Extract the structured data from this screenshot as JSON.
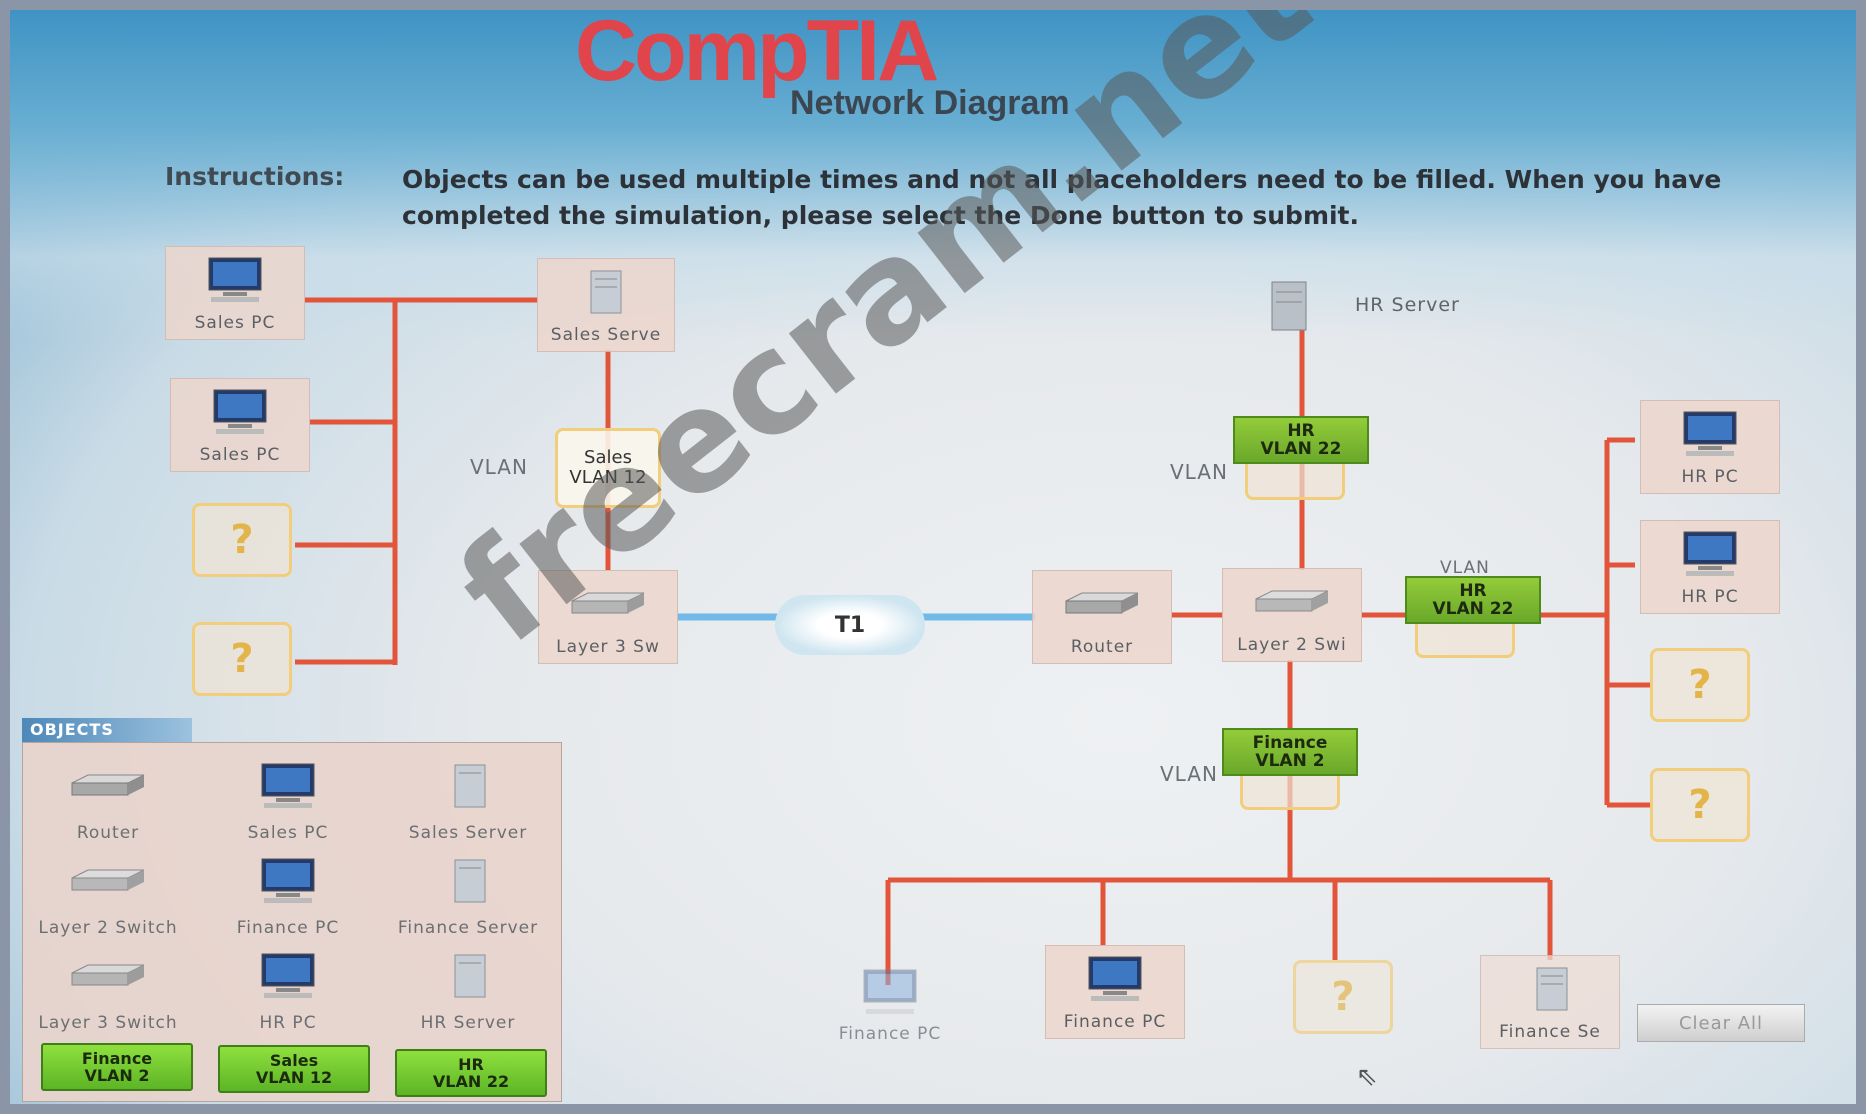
{
  "header": {
    "logo": "CompTIA",
    "title": "Network Diagram",
    "instructions_label": "Instructions:",
    "instructions_text": "Objects can be used multiple times and not all placeholders need to be filled. When you have completed the simulation, please select the Done button to submit."
  },
  "diagram": {
    "sales_pc_1": "Sales PC",
    "sales_pc_2": "Sales PC",
    "sales_server": "Sales Serve",
    "sales_vlan_word": "VLAN",
    "sales_vlan_box": "Sales\nVLAN 12",
    "layer3_switch": "Layer 3 Sw",
    "t1_cloud": "T1",
    "router": "Router",
    "layer2_switch": "Layer 2 Swi",
    "hr_server": "HR Server",
    "hr_vlan_word_top": "VLAN",
    "hr_vlan_tag_top": "HR\nVLAN 22",
    "hr_vlan_word_right": "VLAN",
    "hr_vlan_tag_right": "HR\nVLAN 22",
    "finance_vlan_word": "VLAN",
    "finance_vlan_tag": "Finance\nVLAN 2",
    "hr_pc_1": "HR PC",
    "hr_pc_2": "HR PC",
    "finance_pc_1": "Finance PC",
    "finance_pc_2": "Finance PC",
    "finance_server": "Finance Se",
    "placeholder": "?"
  },
  "objects": {
    "tab_label": "OBJECTS",
    "items": [
      {
        "label": "Router",
        "icon": "router-icon"
      },
      {
        "label": "Sales PC",
        "icon": "pc-icon"
      },
      {
        "label": "Sales Server",
        "icon": "server-icon"
      },
      {
        "label": "Layer 2 Switch",
        "icon": "switch-icon"
      },
      {
        "label": "Finance PC",
        "icon": "pc-icon"
      },
      {
        "label": "Finance Server",
        "icon": "server-icon"
      },
      {
        "label": "Layer 3 Switch",
        "icon": "switch-icon"
      },
      {
        "label": "HR PC",
        "icon": "pc-icon"
      },
      {
        "label": "HR Server",
        "icon": "server-icon"
      }
    ],
    "vlans": [
      {
        "label": "Finance\nVLAN 2"
      },
      {
        "label": "Sales\nVLAN 12"
      },
      {
        "label": "HR\nVLAN 22"
      }
    ]
  },
  "controls": {
    "clear_all": "Clear All"
  },
  "watermark": "freecram.net",
  "colors": {
    "wire": "#e2553a",
    "t1_link": "#5ab0e6",
    "vlan_green": "#7cbd31",
    "placeholder_border": "#f1cd7c",
    "logo_red": "#e0454c"
  }
}
